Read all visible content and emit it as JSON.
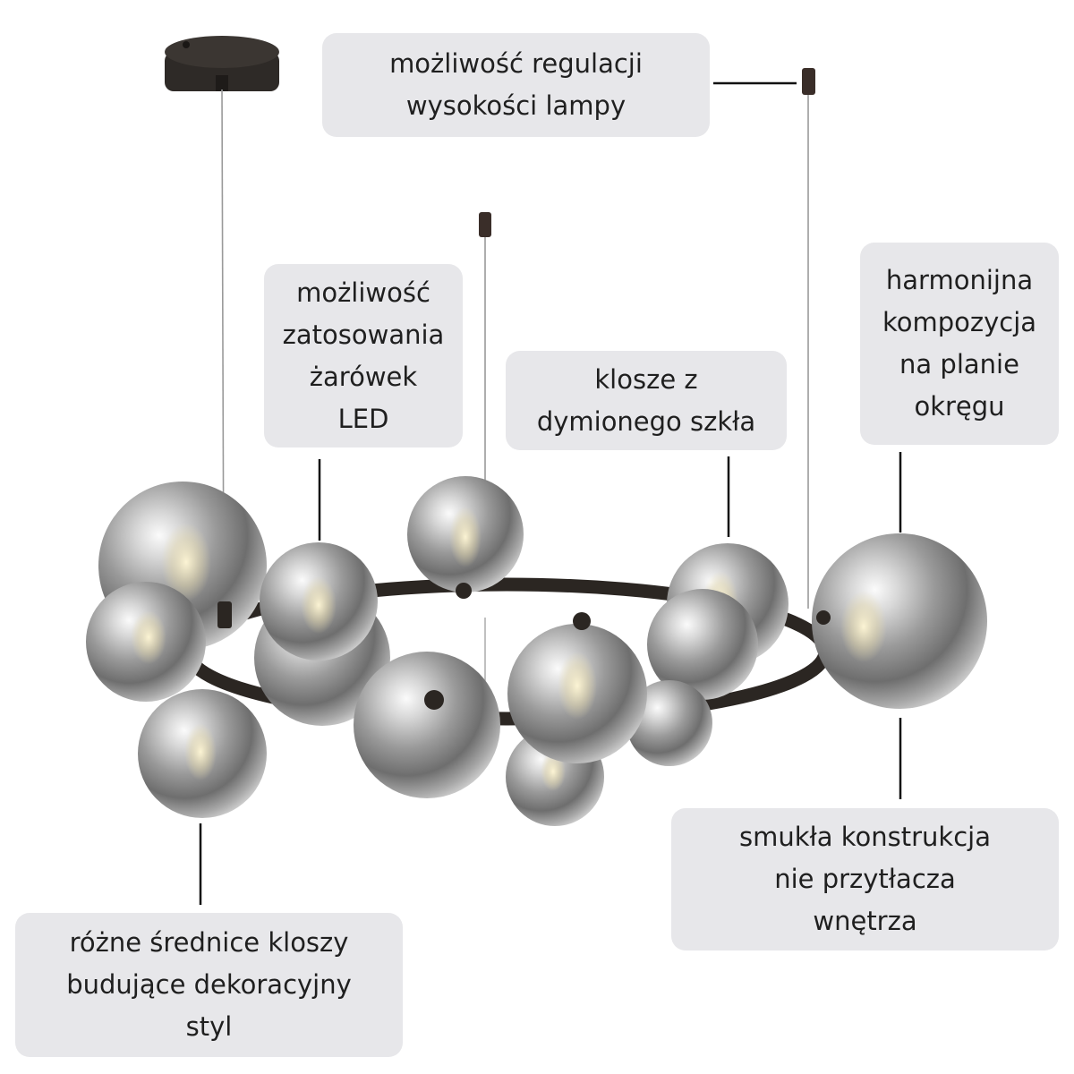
{
  "callouts": {
    "height_adjust": [
      "możliwość regulacji",
      "wysokości lampy"
    ],
    "led_bulbs": [
      "możliwość",
      "zatosowania",
      "żarówek",
      "LED"
    ],
    "smoked_glass": [
      "klosze z",
      "dymionego szkła"
    ],
    "circle_composition": [
      "harmonijna",
      "kompozycja",
      "na planie",
      "okręgu"
    ],
    "slim_construction": [
      "smukła konstrukcja",
      "nie przytłacza",
      "wnętrza"
    ],
    "shade_diameters": [
      "różne średnice kloszy",
      "budujące dekoracyjny",
      "styl"
    ]
  },
  "colors": {
    "callout_bg": "#e7e7ea",
    "text": "#1f1f1f",
    "frame": "#2b2622",
    "leader": "#111111"
  }
}
